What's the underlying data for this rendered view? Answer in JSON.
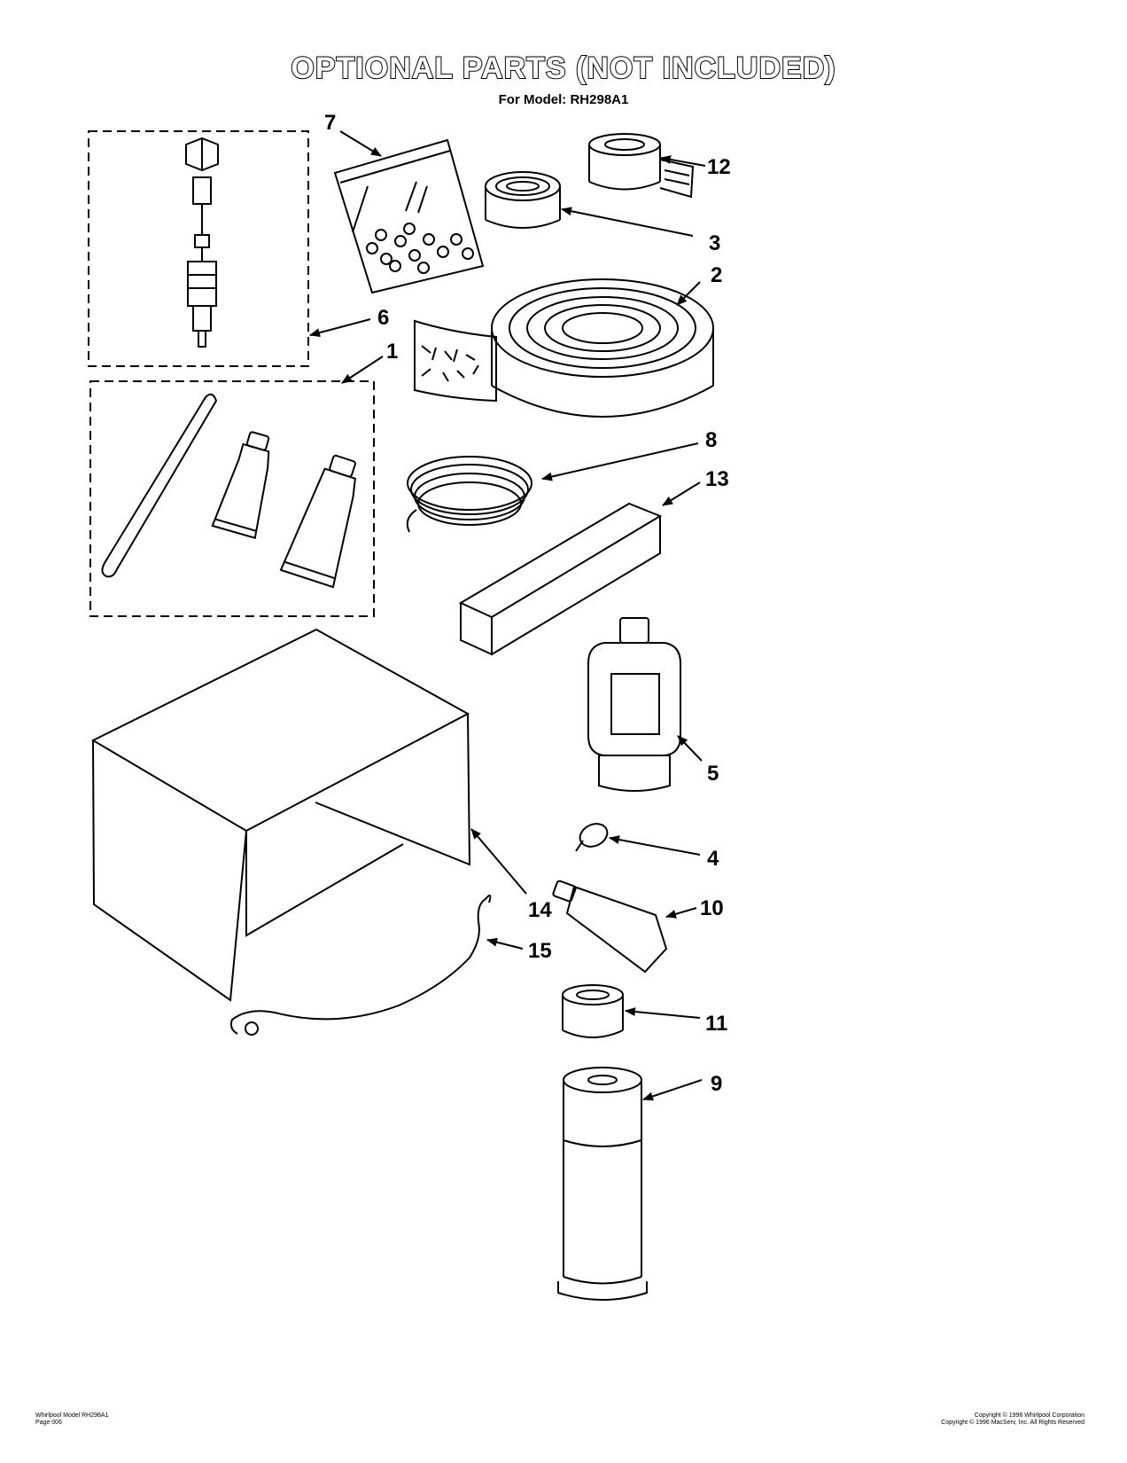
{
  "title": "OPTIONAL PARTS (NOT INCLUDED)",
  "subtitle": "For Model: RH298A1",
  "callouts": [
    {
      "id": "1",
      "label": "1"
    },
    {
      "id": "2",
      "label": "2"
    },
    {
      "id": "3",
      "label": "3"
    },
    {
      "id": "4",
      "label": "4"
    },
    {
      "id": "5",
      "label": "5"
    },
    {
      "id": "6",
      "label": "6"
    },
    {
      "id": "7",
      "label": "7"
    },
    {
      "id": "8",
      "label": "8"
    },
    {
      "id": "9",
      "label": "9"
    },
    {
      "id": "10",
      "label": "10"
    },
    {
      "id": "11",
      "label": "11"
    },
    {
      "id": "12",
      "label": "12"
    },
    {
      "id": "13",
      "label": "13"
    },
    {
      "id": "14",
      "label": "14"
    },
    {
      "id": "15",
      "label": "15"
    }
  ],
  "footer": {
    "left_line1": "Whirlpool Model RH298A1",
    "left_line2": "Page 006",
    "right_line1": "Copyright © 1996 Whirlpool Corporation",
    "right_line2": "Copyright © 1996 MacServ, Inc. All Rights Reserved"
  },
  "colors": {
    "ink": "#000000",
    "paper": "#ffffff"
  }
}
